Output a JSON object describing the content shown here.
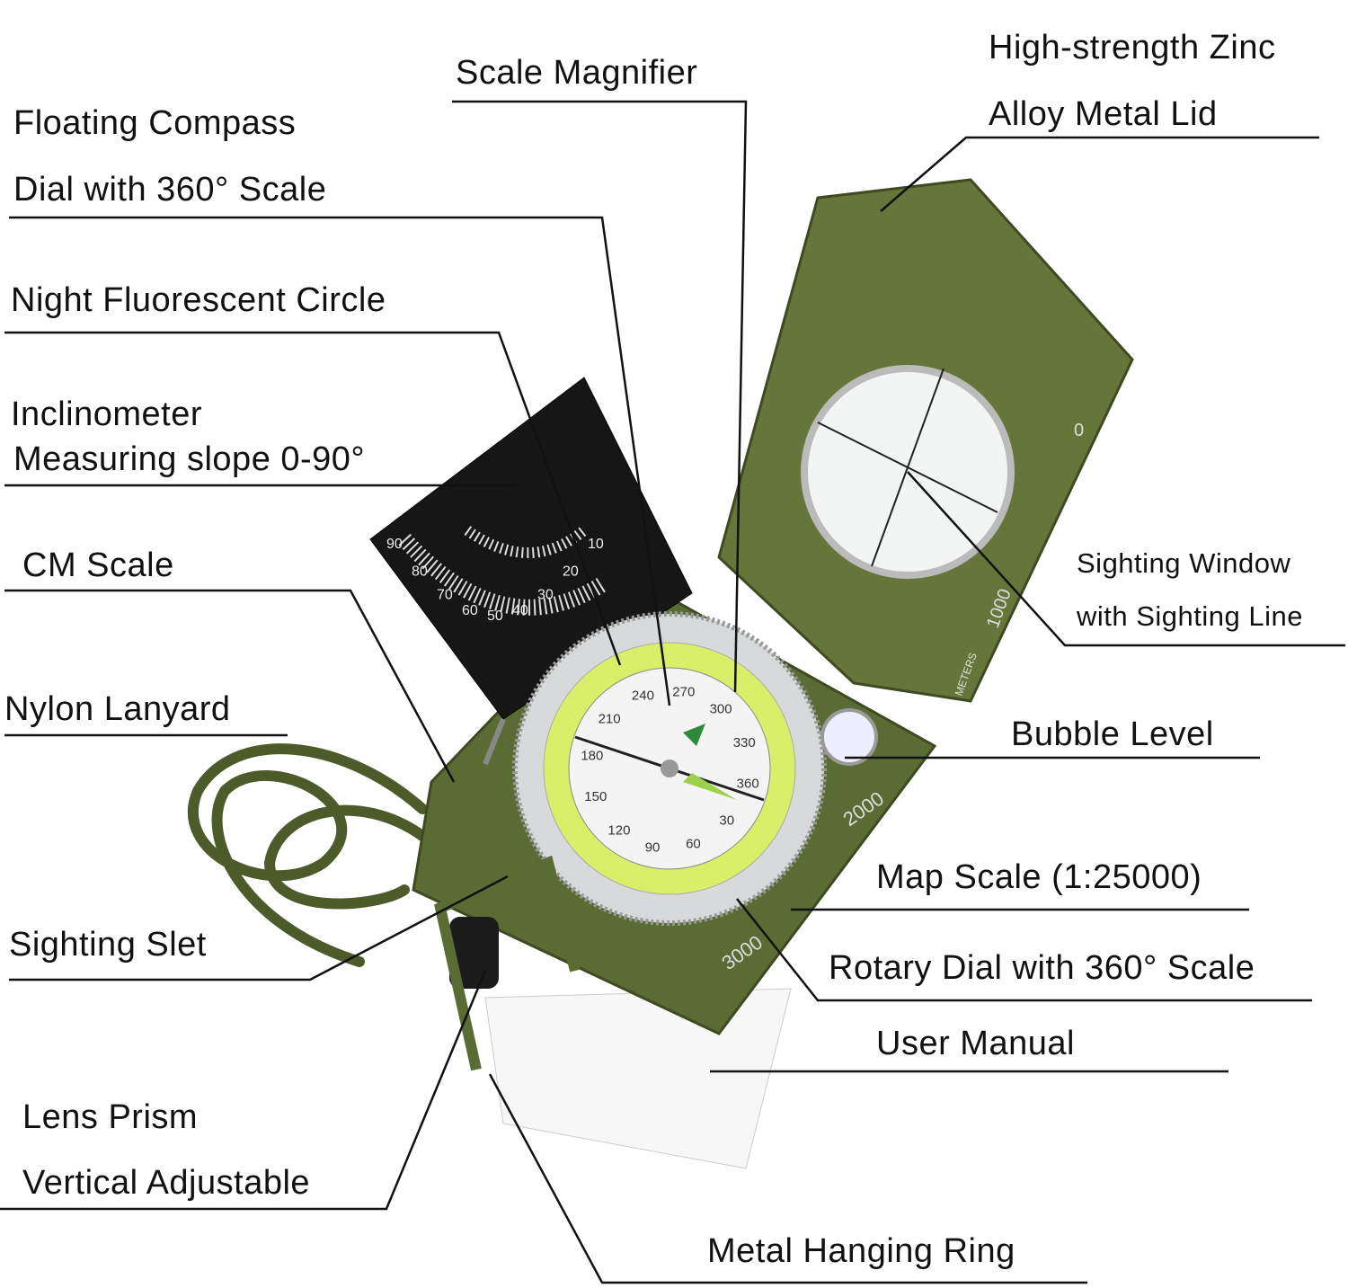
{
  "title": "Compass feature diagram",
  "labels": {
    "scale_magnifier": "Scale Magnifier",
    "lid_line1": "High-strength Zinc",
    "lid_line2": "Alloy Metal Lid",
    "floating_line1": "Floating Compass",
    "floating_line2": "Dial with 360° Scale",
    "night_circle": "Night Fluorescent Circle",
    "incl_line1": "Inclinometer",
    "incl_line2": "Measuring slope 0-90°",
    "cm_scale": "CM Scale",
    "lanyard": "Nylon Lanyard",
    "sighting_slet": "Sighting Slet",
    "lens_line1": "Lens Prism",
    "lens_line2": "Vertical Adjustable",
    "hanging_ring": "Metal Hanging Ring",
    "window_line1": "Sighting Window",
    "window_line2": "with Sighting Line",
    "bubble_level": "Bubble Level",
    "map_scale": "Map Scale (1:25000)",
    "rotary_dial": "Rotary Dial with 360° Scale",
    "user_manual": "User Manual"
  },
  "product_marks": {
    "lid_ruler": [
      "0",
      "1000",
      "METERS"
    ],
    "base_ruler": [
      "2000",
      "3000"
    ],
    "dial_numbers": [
      "240",
      "270",
      "300",
      "330",
      "360",
      "30",
      "60",
      "90",
      "120",
      "150",
      "180",
      "210"
    ],
    "incl_numbers": [
      "90",
      "80",
      "70",
      "60",
      "50",
      "40",
      "30",
      "20",
      "10"
    ]
  },
  "colors": {
    "olive": "#5b6b34",
    "olive_dark": "#3f4a22",
    "fluor": "#d9ef6a",
    "line": "#111111"
  }
}
